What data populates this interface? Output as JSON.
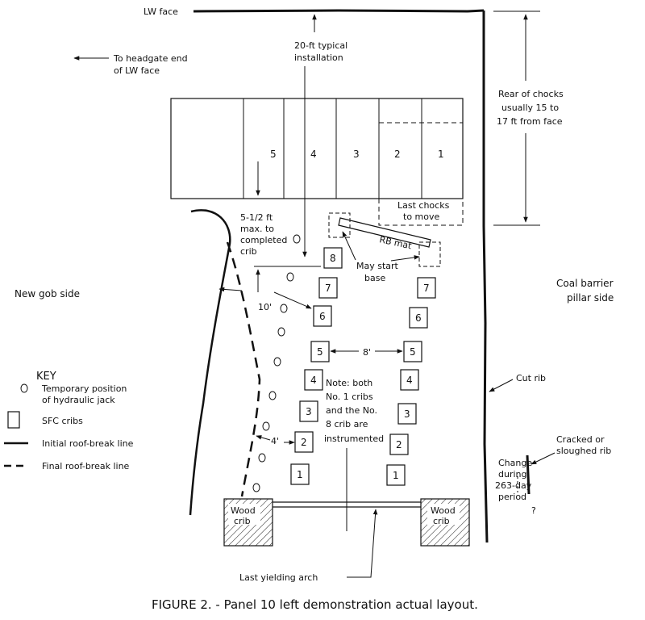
{
  "labels": {
    "lw_face": "LW face",
    "typical_1": "20-ft typical",
    "typical_2": "installation",
    "headgate_1": "To headgate end",
    "headgate_2": "of LW face",
    "rear_1": "Rear of chocks",
    "rear_2": "usually 15 to",
    "rear_3": "17 ft from face",
    "last_chocks_1": "Last chocks",
    "last_chocks_2": "to move",
    "max_1": "5-1/2 ft",
    "max_2": "max. to",
    "max_3": "completed",
    "max_4": "crib",
    "rb_mat": "RB mat",
    "may_start_1": "May start",
    "may_start_2": "base",
    "gob_side": "New gob side",
    "coal_1": "Coal barrier",
    "coal_2": "pillar side",
    "dim_10": "10'",
    "dim_8": "8'",
    "dim_4": "4'",
    "note_1": "Note: both",
    "note_2": "No. 1 cribs",
    "note_3": "and the No.",
    "note_4": "8 crib are",
    "note_5": "instrumented",
    "cut_rib": "Cut rib",
    "cracked_1": "Cracked or",
    "cracked_2": "sloughed rib",
    "change_1": "Change",
    "change_2": "during",
    "change_3": "263-day",
    "change_4": "period",
    "question": "?",
    "wood_crib_1": "Wood",
    "wood_crib_2": "crib",
    "last_arch": "Last yielding arch"
  },
  "chocks": [
    "5",
    "4",
    "3",
    "2",
    "1"
  ],
  "cribs_left": [
    "8",
    "7",
    "6",
    "5",
    "4",
    "3",
    "2",
    "1"
  ],
  "cribs_right": [
    "7",
    "6",
    "5",
    "4",
    "3",
    "2",
    "1"
  ],
  "key": {
    "title": "KEY",
    "jack_1": "Temporary position",
    "jack_2": "of hydraulic jack",
    "sfc": "SFC cribs",
    "initial": "Initial roof-break line",
    "final": "Final roof-break line"
  },
  "caption": "FIGURE 2. - Panel 10 left demonstration actual layout."
}
